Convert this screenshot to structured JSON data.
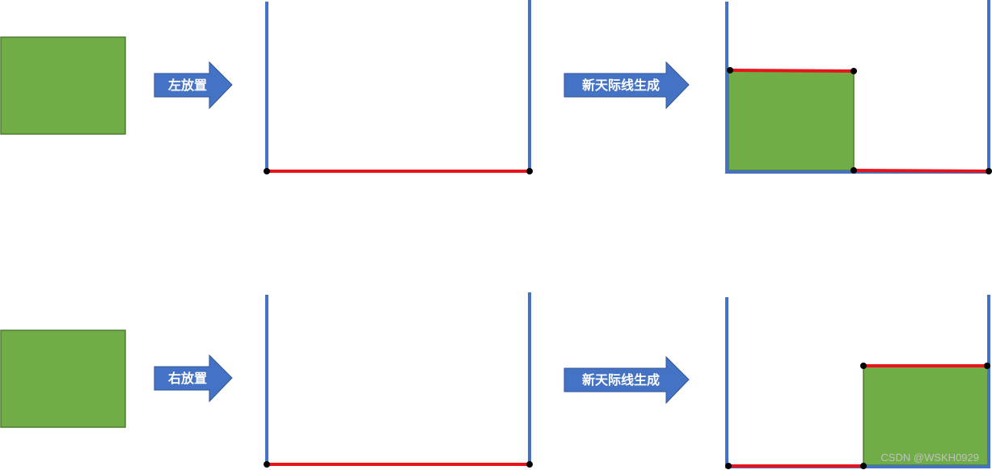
{
  "colors": {
    "rect_fill": "#70ad47",
    "rect_stroke": "#4e7d31",
    "wall": "#4472c4",
    "skyline": "#e8141b",
    "arrow_fill": "#4472c4",
    "arrow_stroke": "#2f5597",
    "point": "#000000"
  },
  "row_top": {
    "step1_label": "左放置",
    "step2_label": "新天际线生成"
  },
  "row_bottom": {
    "step1_label": "右放置",
    "step2_label": "新天际线生成"
  },
  "watermark": "CSDN @WSKH0929"
}
